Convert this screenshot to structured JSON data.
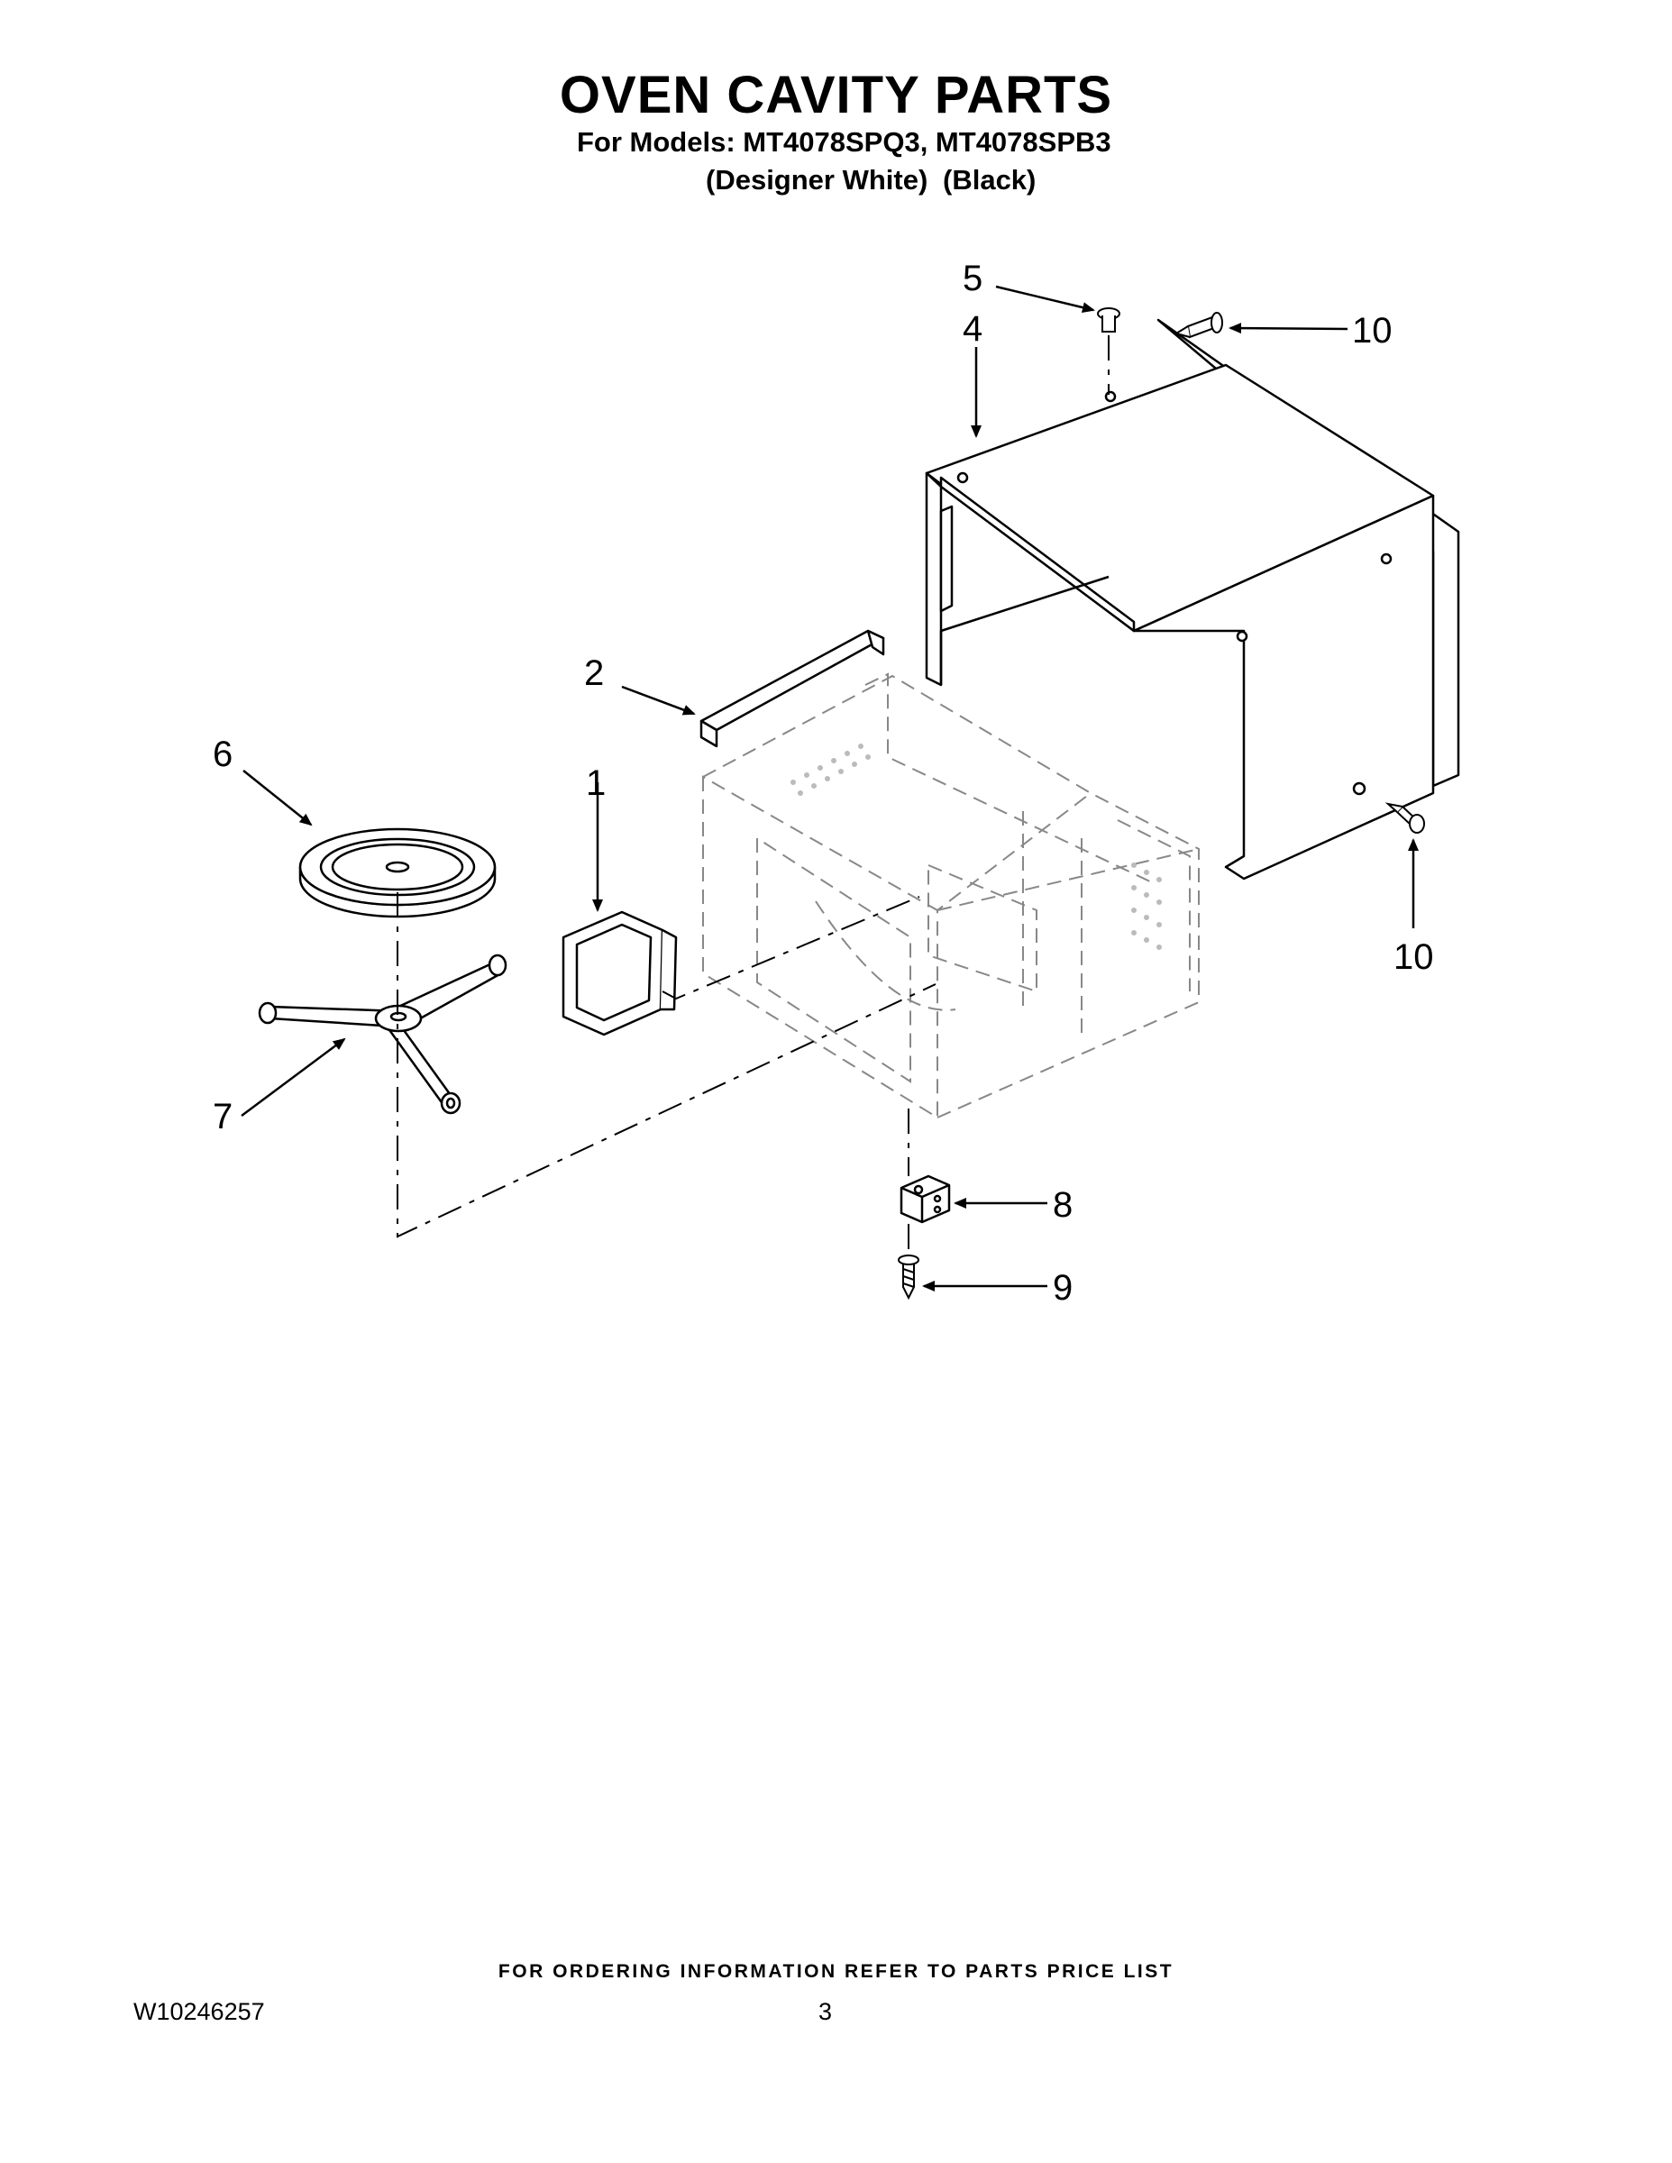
{
  "header": {
    "title": "OVEN CAVITY PARTS",
    "models_line": "For Models: MT4078SPQ3, MT4078SPB3",
    "variant_1": "(Designer White)",
    "variant_2": "(Black)"
  },
  "callouts": {
    "c1": "1",
    "c2": "2",
    "c4": "4",
    "c5": "5",
    "c6": "6",
    "c7": "7",
    "c8": "8",
    "c9": "9",
    "c10a": "10",
    "c10b": "10"
  },
  "footer": {
    "note": "FOR ORDERING INFORMATION REFER TO PARTS PRICE LIST",
    "doc_number": "W10246257",
    "page_number": "3"
  }
}
